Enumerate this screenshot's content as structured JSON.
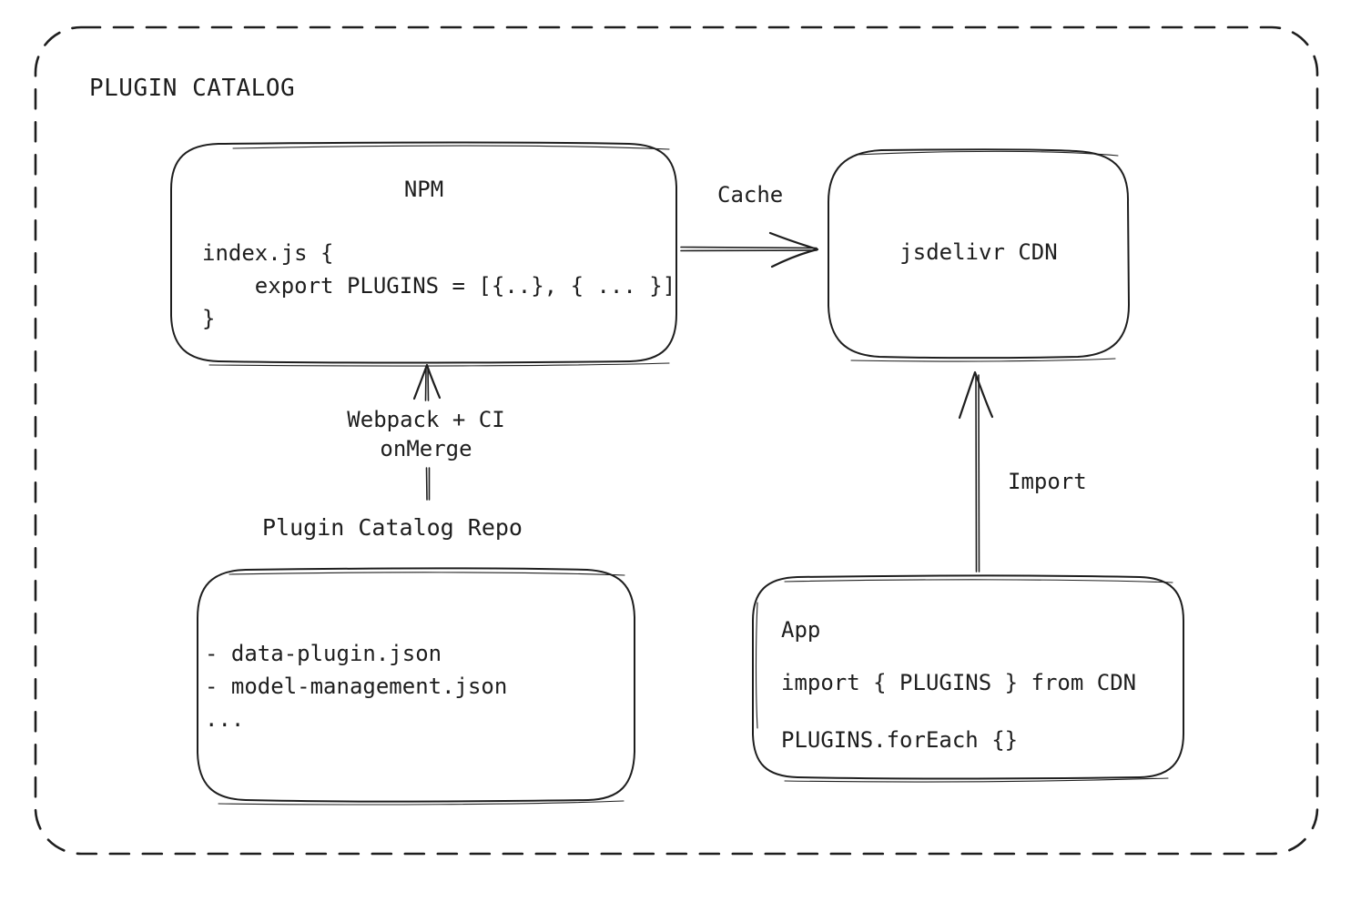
{
  "colors": {
    "stroke": "#1e1e1e",
    "background": "#ffffff"
  },
  "frame": {
    "title": "PLUGIN CATALOG"
  },
  "nodes": {
    "npm": {
      "title": "NPM",
      "code_lines": [
        "index.js {",
        "    export PLUGINS = [{..}, { ... }]",
        "}"
      ]
    },
    "cdn": {
      "title": "jsdelivr CDN"
    },
    "repo": {
      "label": "Plugin Catalog Repo",
      "files": [
        "- data-plugin.json",
        "- model-management.json",
        "..."
      ]
    },
    "app": {
      "title": "App",
      "code_lines": [
        "import { PLUGINS } from CDN",
        "PLUGINS.forEach {}"
      ]
    }
  },
  "arrows": {
    "cache": {
      "label": "Cache"
    },
    "build": {
      "label_line1": "Webpack + CI",
      "label_line2": "onMerge"
    },
    "import": {
      "label": "Import"
    }
  }
}
